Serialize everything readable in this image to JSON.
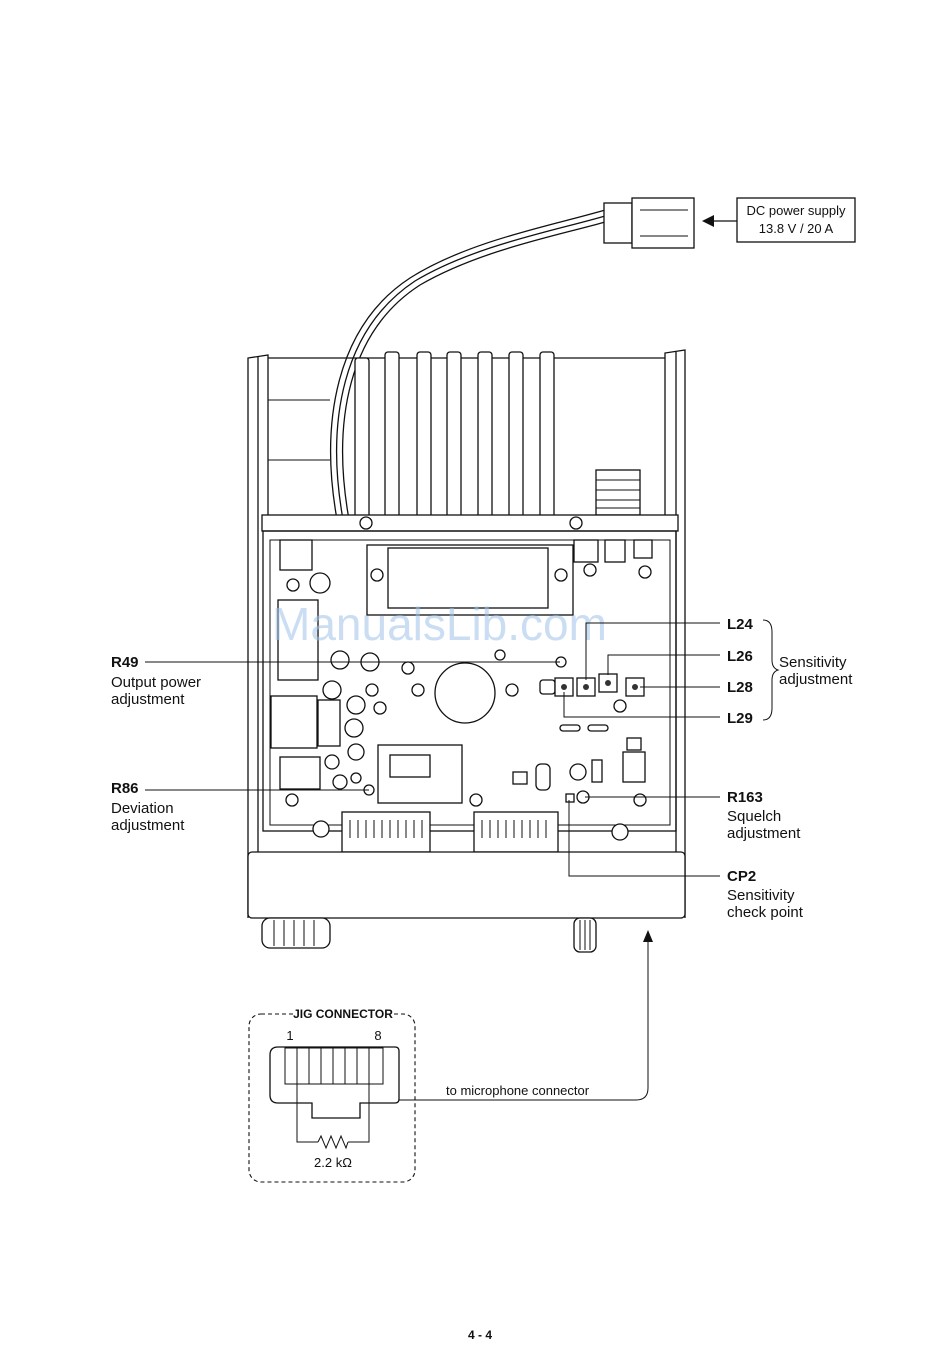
{
  "diagram": {
    "power_supply": {
      "line1": "DC power supply",
      "line2": "13.8 V / 20 A"
    },
    "watermark": "ManualsLib.com",
    "callouts_right": {
      "L24": "L24",
      "L26": "L26",
      "L28": "L28",
      "L29": "L29",
      "sensitivity_group_line1": "Sensitivity",
      "sensitivity_group_line2": "adjustment",
      "R163": "R163",
      "R163_desc1": "Squelch",
      "R163_desc2": "adjustment",
      "CP2": "CP2",
      "CP2_desc1": "Sensitivity",
      "CP2_desc2": "check point"
    },
    "callouts_left": {
      "R49": "R49",
      "R49_desc1": "Output power",
      "R49_desc2": "adjustment",
      "R86": "R86",
      "R86_desc1": "Deviation",
      "R86_desc2": "adjustment"
    },
    "jig": {
      "title": "JIG CONNECTOR",
      "pin_first": "1",
      "pin_last": "8",
      "resistor": "2.2 kΩ",
      "to_mic": "to microphone connector"
    },
    "page_number": "4 - 4"
  }
}
